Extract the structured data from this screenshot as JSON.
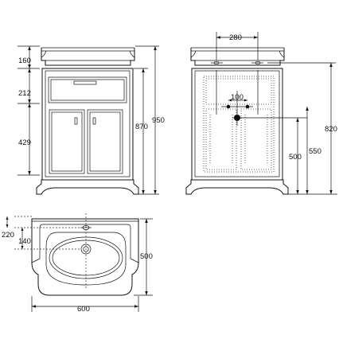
{
  "front_view": {
    "dims": {
      "top_panel": "160",
      "drawer": "212",
      "doors": "429",
      "body_height": "870",
      "total_height": "950"
    }
  },
  "side_view": {
    "dims": {
      "tap_spacing": "280",
      "waste_spacing": "100",
      "waste_height": "500",
      "inner_height": "550",
      "tap_height": "820"
    }
  },
  "top_view": {
    "dims": {
      "tap_offset": "220",
      "waste_offset": "140",
      "depth": "500",
      "width": "600"
    }
  }
}
